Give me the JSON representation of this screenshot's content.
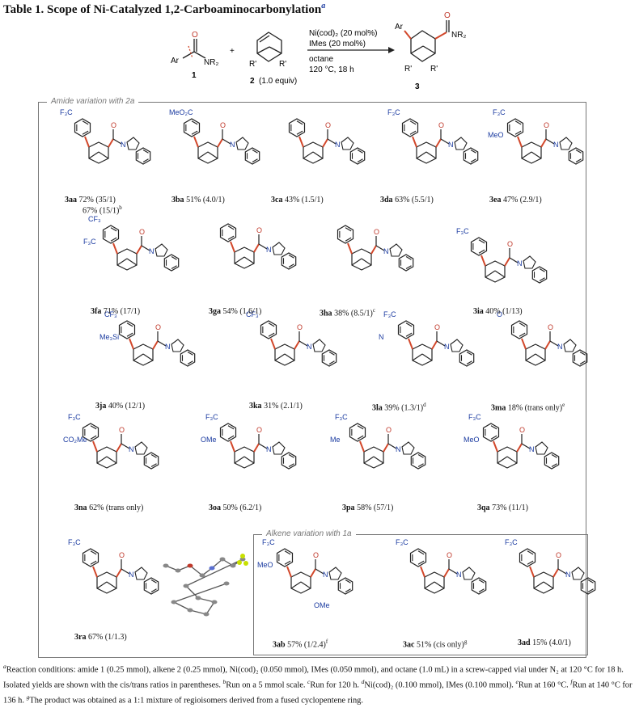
{
  "title": {
    "text": "Table 1. Scope of Ni-Catalyzed 1,2-Carboaminocarbonylation",
    "sup": "a"
  },
  "scheme": {
    "r1_ar": "Ar",
    "r1_nr2": "NR₂",
    "r1_o": "O",
    "r1_num": "1",
    "plus": "+",
    "r2_r": "R'",
    "r2_num": "2",
    "r2_equiv": "(1.0 equiv)",
    "cond1": "Ni(cod)₂  (20 mol%)",
    "cond2": "IMes  (20 mol%)",
    "cond3": "octane",
    "cond4": "120 °C, 18 h",
    "p_ar": "Ar",
    "p_nr2": "NR₂",
    "p_o": "O",
    "p_r": "R'",
    "p_num": "3"
  },
  "amide_section_label": "Amide variation with 2a",
  "alkene_section_label": "Alkene variation with 1a",
  "compounds": [
    {
      "id": "3aa",
      "text": "72% (35/1)",
      "extra": "67% (15/1)",
      "extra_sup": "b",
      "sub1": "F₃C"
    },
    {
      "id": "3ba",
      "text": "51% (4.0/1)",
      "sub1": "MeO₂C"
    },
    {
      "id": "3ca",
      "text": "43% (1.5/1)",
      "sub1": ""
    },
    {
      "id": "3da",
      "text": "63% (5.5/1)",
      "sub1": "F₃C"
    },
    {
      "id": "3ea",
      "text": "47% (2.9/1)",
      "sub1": "F₃C",
      "sub2": "MeO"
    },
    {
      "id": "3fa",
      "text": "71% (17/1)",
      "sub1": "CF₃",
      "sub2": "F₃C"
    },
    {
      "id": "3ga",
      "text": "54% (1.6/1)"
    },
    {
      "id": "3ha",
      "text": "38% (8.5/1)",
      "sup": "c"
    },
    {
      "id": "3ia",
      "text": "40% (1/13)",
      "sub1": "F₃C"
    },
    {
      "id": "3ja",
      "text": "40% (12/1)",
      "sub1": "CF₃",
      "sub2": "Me₃Si"
    },
    {
      "id": "3ka",
      "text": "31% (2.1/1)",
      "sub1": "CF₃"
    },
    {
      "id": "3la",
      "text": "39% (1.3/1)",
      "sup": "d",
      "sub1": "F₃C",
      "sub2": "N"
    },
    {
      "id": "3ma",
      "text": "18% (trans only)",
      "sup": "e",
      "sub1": "O"
    },
    {
      "id": "3na",
      "text": "62% (trans only)",
      "sub1": "F₃C",
      "sub2": "CO₂Me"
    },
    {
      "id": "3oa",
      "text": "50% (6.2/1)",
      "sub1": "F₃C",
      "sub2": "OMe"
    },
    {
      "id": "3pa",
      "text": "58% (57/1)",
      "sub1": "F₃C",
      "sub2": "Me"
    },
    {
      "id": "3qa",
      "text": "73% (11/1)",
      "sub1": "F₃C",
      "sub2": "MeO"
    },
    {
      "id": "3ra",
      "text": "67% (1/1.3)",
      "sub1": "F₃C"
    },
    {
      "id": "3ab",
      "text": "57% (1/2.4)",
      "sup": "f",
      "sub1": "F₃C",
      "sub2": "MeO",
      "sub3": "OMe"
    },
    {
      "id": "3ac",
      "text": "51% (cis only)",
      "sup": "g",
      "sub1": "F₃C"
    },
    {
      "id": "3ad",
      "text": "15% (4.0/1)",
      "sub1": "F₃C"
    }
  ],
  "footnotes": {
    "a_sup": "a",
    "a": "Reaction conditions: amide 1 (0.25 mmol), alkene 2 (0.25 mmol), Ni(cod)₂ (0.050 mmol), IMes (0.050 mmol), and octane (1.0 mL) in a screw-capped vial under N₂ at 120 °C for 18 h. Isolated yields are shown with the cis/trans ratios in parentheses",
    "b_sup": "b",
    "b": "Run on a 5 mmol scale.",
    "c_sup": "c",
    "c": "Run for 120 h.",
    "d_sup": "d",
    "d": "Ni(cod)₂ (0.100 mmol), IMes (0.100 mmol).",
    "e_sup": "e",
    "e": "Run at 160 °C.",
    "f_sup": "f",
    "f": "Run at 140 °C for 136 h.",
    "g_sup": "g",
    "g": "The product was obtained as a 1:1 mixture of regioisomers derived from a fused cyclopentene ring."
  },
  "colors": {
    "bond": "#222222",
    "red": "#d2472a",
    "blue": "#1a3aa0",
    "frame": "#777777",
    "atom_o": "#c0392b",
    "f_atom": "#c8e000"
  }
}
